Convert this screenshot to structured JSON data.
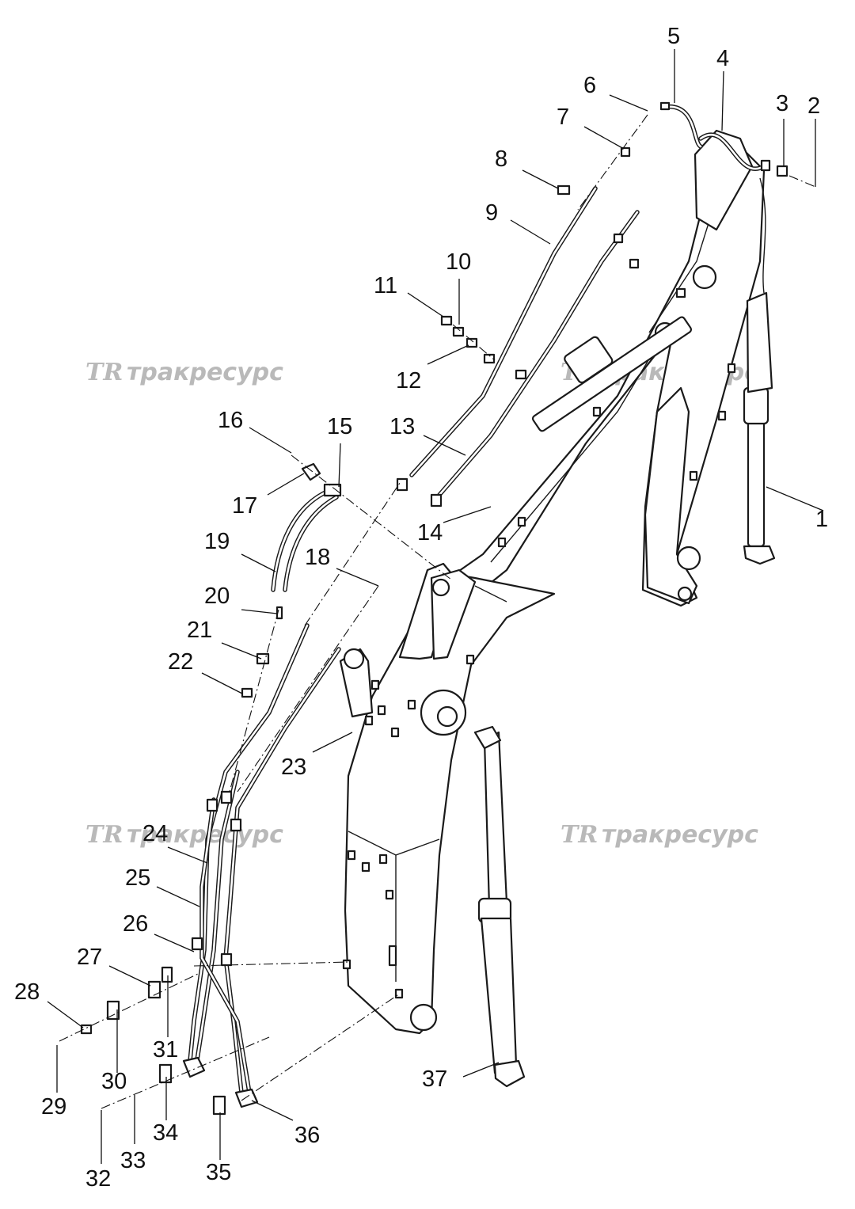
{
  "watermark": {
    "logo": "TR",
    "text": "тракресурс"
  },
  "callouts": [
    {
      "id": "1",
      "label": "1"
    },
    {
      "id": "2",
      "label": "2"
    },
    {
      "id": "3",
      "label": "3"
    },
    {
      "id": "4",
      "label": "4"
    },
    {
      "id": "5",
      "label": "5"
    },
    {
      "id": "6",
      "label": "6"
    },
    {
      "id": "7",
      "label": "7"
    },
    {
      "id": "8",
      "label": "8"
    },
    {
      "id": "9",
      "label": "9"
    },
    {
      "id": "10",
      "label": "10"
    },
    {
      "id": "11",
      "label": "11"
    },
    {
      "id": "12",
      "label": "12"
    },
    {
      "id": "13",
      "label": "13"
    },
    {
      "id": "14",
      "label": "14"
    },
    {
      "id": "15",
      "label": "15"
    },
    {
      "id": "16",
      "label": "16"
    },
    {
      "id": "17",
      "label": "17"
    },
    {
      "id": "18",
      "label": "18"
    },
    {
      "id": "19",
      "label": "19"
    },
    {
      "id": "20",
      "label": "20"
    },
    {
      "id": "21",
      "label": "21"
    },
    {
      "id": "22",
      "label": "22"
    },
    {
      "id": "23",
      "label": "23"
    },
    {
      "id": "24",
      "label": "24"
    },
    {
      "id": "25",
      "label": "25"
    },
    {
      "id": "26",
      "label": "26"
    },
    {
      "id": "27",
      "label": "27"
    },
    {
      "id": "28",
      "label": "28"
    },
    {
      "id": "29",
      "label": "29"
    },
    {
      "id": "30",
      "label": "30"
    },
    {
      "id": "31",
      "label": "31"
    },
    {
      "id": "32",
      "label": "32"
    },
    {
      "id": "33",
      "label": "33"
    },
    {
      "id": "34",
      "label": "34"
    },
    {
      "id": "35",
      "label": "35"
    },
    {
      "id": "36",
      "label": "36"
    },
    {
      "id": "37",
      "label": "37"
    }
  ]
}
